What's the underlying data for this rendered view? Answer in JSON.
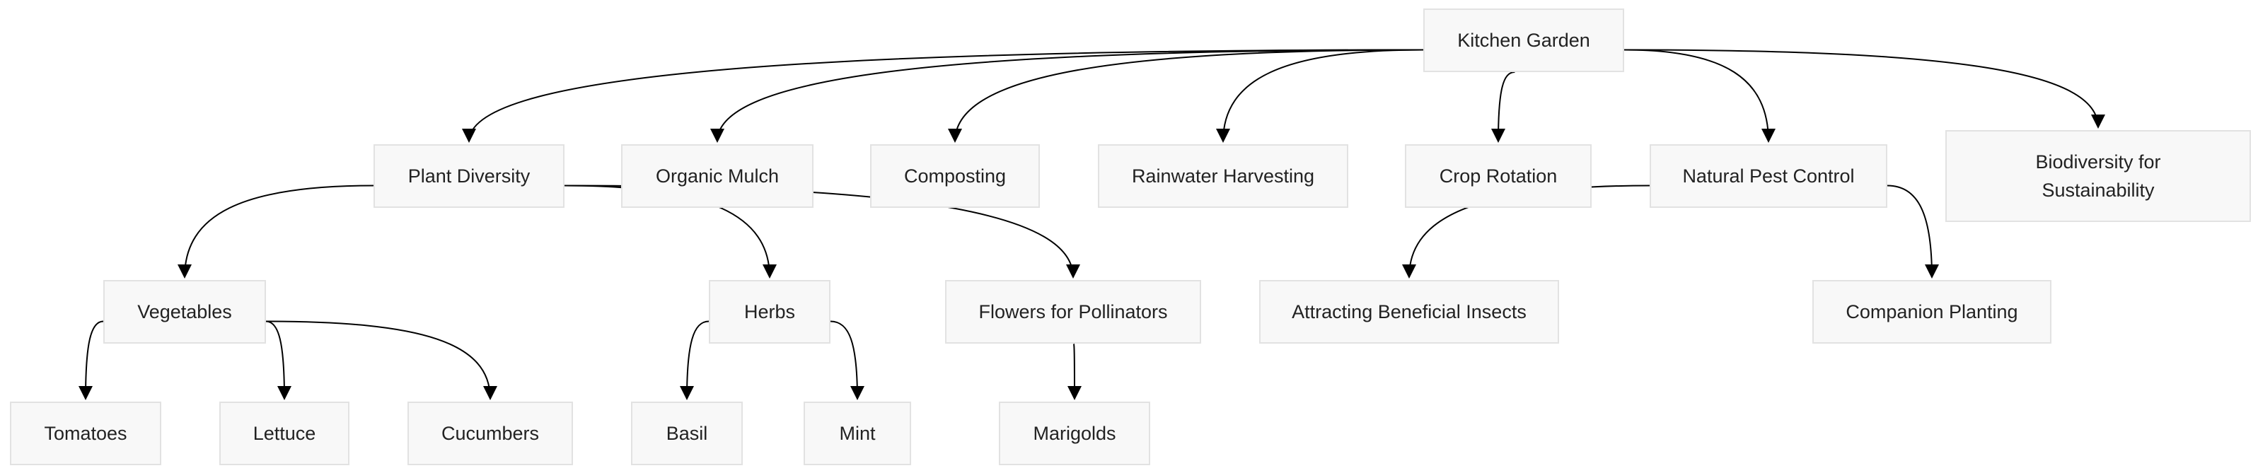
{
  "diagram": {
    "nodes": {
      "kitchen_garden": "Kitchen Garden",
      "plant_diversity": "Plant Diversity",
      "organic_mulch": "Organic Mulch",
      "composting": "Composting",
      "rainwater_harvesting": "Rainwater Harvesting",
      "crop_rotation": "Crop Rotation",
      "natural_pest_control": "Natural Pest Control",
      "biodiversity_line1": "Biodiversity for",
      "biodiversity_line2": "Sustainability",
      "vegetables": "Vegetables",
      "herbs": "Herbs",
      "flowers_for_pollinators": "Flowers for Pollinators",
      "attracting_beneficial_insects": "Attracting Beneficial Insects",
      "companion_planting": "Companion Planting",
      "tomatoes": "Tomatoes",
      "lettuce": "Lettuce",
      "cucumbers": "Cucumbers",
      "basil": "Basil",
      "mint": "Mint",
      "marigolds": "Marigolds"
    },
    "edges": [
      [
        "kitchen_garden",
        "plant_diversity"
      ],
      [
        "kitchen_garden",
        "organic_mulch"
      ],
      [
        "kitchen_garden",
        "composting"
      ],
      [
        "kitchen_garden",
        "rainwater_harvesting"
      ],
      [
        "kitchen_garden",
        "crop_rotation"
      ],
      [
        "kitchen_garden",
        "natural_pest_control"
      ],
      [
        "kitchen_garden",
        "biodiversity"
      ],
      [
        "plant_diversity",
        "vegetables"
      ],
      [
        "plant_diversity",
        "herbs"
      ],
      [
        "plant_diversity",
        "flowers_for_pollinators"
      ],
      [
        "natural_pest_control",
        "attracting_beneficial_insects"
      ],
      [
        "natural_pest_control",
        "companion_planting"
      ],
      [
        "vegetables",
        "tomatoes"
      ],
      [
        "vegetables",
        "lettuce"
      ],
      [
        "vegetables",
        "cucumbers"
      ],
      [
        "herbs",
        "basil"
      ],
      [
        "herbs",
        "mint"
      ],
      [
        "flowers_for_pollinators",
        "marigolds"
      ]
    ]
  }
}
